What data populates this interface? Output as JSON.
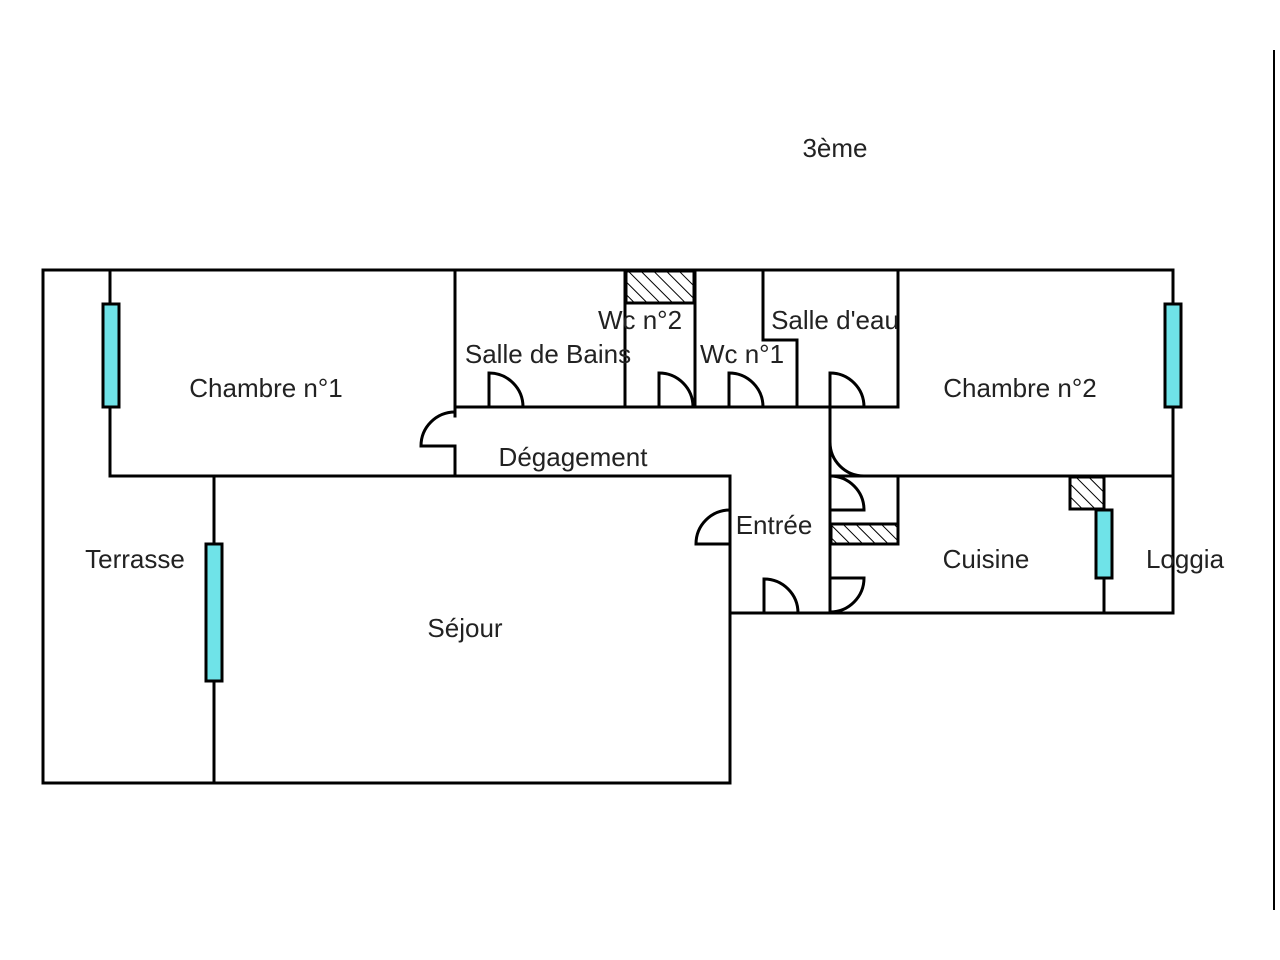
{
  "floor_label": "3ème",
  "rooms": {
    "chambre1": "Chambre n°1",
    "salle_bains": "Salle de Bains",
    "wc2": "Wc n°2",
    "wc1": "Wc n°1",
    "salle_eau": "Salle d'eau",
    "chambre2": "Chambre n°2",
    "degagement": "Dégagement",
    "entree": "Entrée",
    "terrasse": "Terrasse",
    "sejour": "Séjour",
    "cuisine": "Cuisine",
    "loggia": "Loggia"
  },
  "colors": {
    "wall": "#000000",
    "window": "#6fe3e8",
    "label": "#222222",
    "background": "#ffffff"
  }
}
